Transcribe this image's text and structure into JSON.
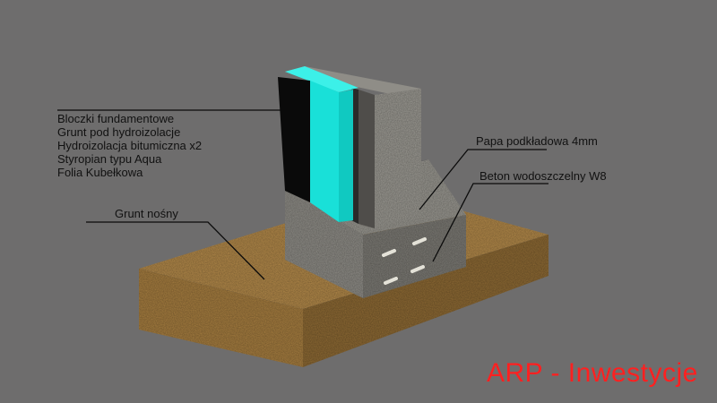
{
  "layers_list": [
    "Bloczki fundamentowe",
    "Grunt pod hydroizolacje",
    "Hydroizolacja bitumiczna x2",
    "Styropian typu Aqua",
    "Folia Kubełkowa"
  ],
  "callouts": {
    "papa": "Papa podkładowa 4mm",
    "beton": "Beton wodoszczelny W8",
    "grunt": "Grunt nośny"
  },
  "brand": "ARP - Inwestycje",
  "colors": {
    "background": "#6e6d6d",
    "soil": "#b48a4a",
    "concrete": "#8c8a84",
    "insulation": "#19e0d8",
    "bitumen": "#0a0a0a",
    "brand": "#ff2020"
  }
}
